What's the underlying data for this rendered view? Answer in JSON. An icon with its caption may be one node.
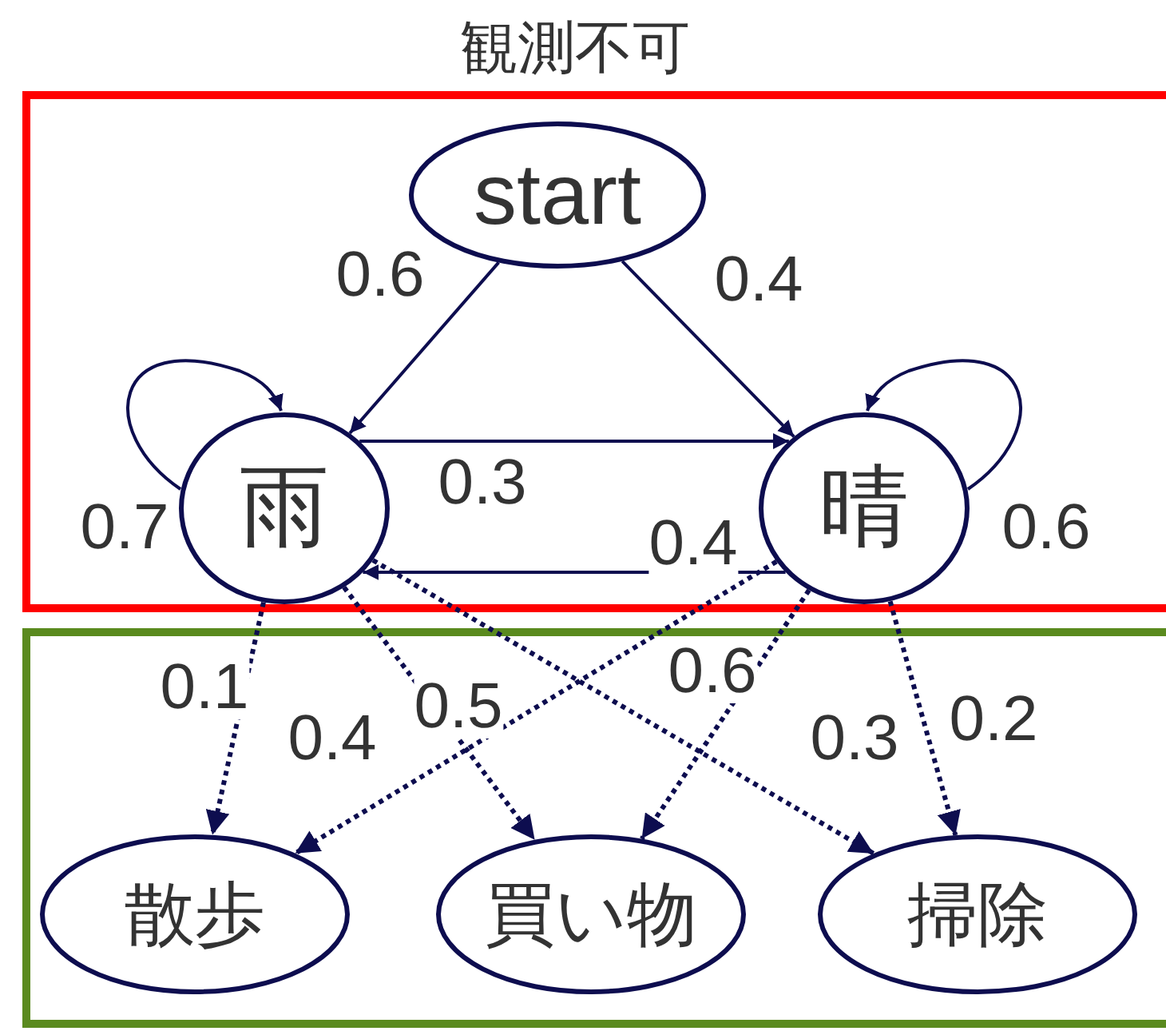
{
  "diagram": {
    "nodes": [
      {
        "text": [
          "観測不可"
        ]
      },
      {
        "text": [
          "start"
        ],
        "in": 0
      },
      {
        "text": [
          "雨"
        ],
        "in": 0
      },
      {
        "text": [
          "晴"
        ],
        "in": 0
      },
      {
        "text": [],
        "shape": "box"
      },
      {
        "text": [
          "散歩"
        ],
        "in": 4
      },
      {
        "text": [
          "買い物"
        ],
        "in": 4
      },
      {
        "text": [
          "掃除"
        ],
        "in": 4
      }
    ],
    "edges": [
      {
        "from": 1,
        "to": 2,
        "arrow": "to",
        "label": "0.6"
      },
      {
        "from": 1,
        "to": 3,
        "arrow": "to",
        "label": "0.4"
      },
      {
        "from": 2,
        "to": 2,
        "arrow": "to",
        "label": "0.7"
      },
      {
        "from": 3,
        "to": 3,
        "arrow": "to",
        "label": "0.6"
      },
      {
        "from": 2,
        "to": 3,
        "arrow": "to",
        "label": "0.3"
      },
      {
        "from": 3,
        "to": 2,
        "arrow": "to",
        "label": "0.4"
      },
      {
        "from": 2,
        "to": 5,
        "arrow": "to",
        "label": "0.1",
        "style": "dashed"
      },
      {
        "from": 2,
        "to": 6,
        "arrow": "to",
        "label": "0.4",
        "style": "dashed"
      },
      {
        "from": 2,
        "to": 7,
        "arrow": "to",
        "label": "0.5",
        "style": "dashed"
      },
      {
        "from": 3,
        "to": 5,
        "arrow": "to",
        "label": "0.6",
        "style": "dashed"
      },
      {
        "from": 3,
        "to": 6,
        "arrow": "to",
        "label": "0.3",
        "style": "dashed"
      },
      {
        "from": 3,
        "to": 7,
        "arrow": "to",
        "label": "0.2",
        "style": "dashed"
      }
    ]
  }
}
